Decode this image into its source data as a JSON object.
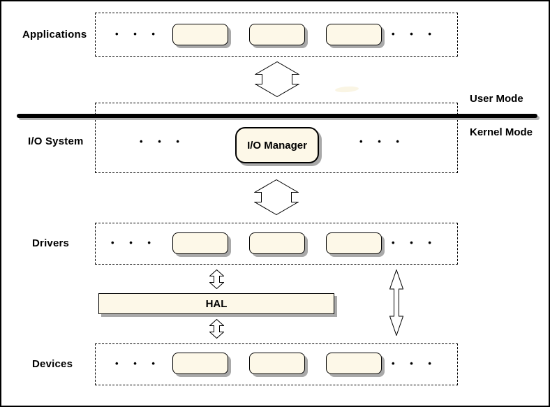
{
  "diagram": {
    "title_context": "I/O system layered architecture",
    "rows": {
      "applications": {
        "label": "Applications"
      },
      "io_system": {
        "label": "I/O System"
      },
      "drivers": {
        "label": "Drivers"
      },
      "devices": {
        "label": "Devices"
      }
    },
    "modes": {
      "user": "User Mode",
      "kernel": "Kernel Mode"
    },
    "nodes": {
      "io_manager": "I/O Manager",
      "hal": "HAL"
    },
    "ellipsis": "• • •",
    "colors": {
      "box_fill": "#fdf8e8",
      "box_border": "#000000",
      "shadow": "#a9a9a9",
      "divider": "#000000",
      "background": "#ffffff"
    }
  }
}
